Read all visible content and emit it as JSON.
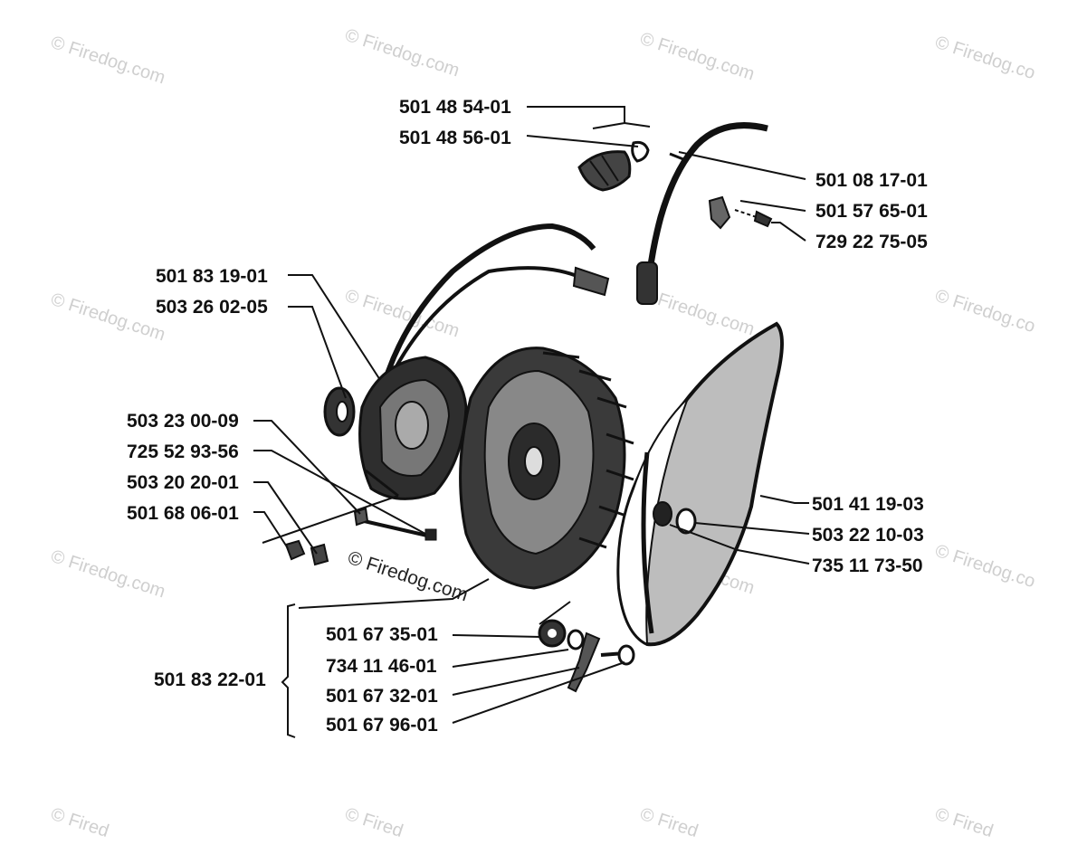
{
  "watermark": {
    "copyright": "©",
    "text": "Firedog.com",
    "text_partial": "Fired",
    "text_truncated": "Firedog.co",
    "center_text": "© Firedog.com"
  },
  "part_numbers": {
    "p_501_48_54_01": "501 48 54-01",
    "p_501_48_56_01": "501 48 56-01",
    "p_501_08_17_01": "501 08 17-01",
    "p_501_57_65_01": "501 57 65-01",
    "p_729_22_75_05": "729 22 75-05",
    "p_501_83_19_01": "501 83 19-01",
    "p_503_26_02_05": "503 26 02-05",
    "p_503_23_00_09": "503 23 00-09",
    "p_725_52_93_56": "725 52 93-56",
    "p_503_20_20_01": "503 20 20-01",
    "p_501_68_06_01": "501 68 06-01",
    "p_501_41_19_03": "501 41 19-03",
    "p_503_22_10_03": "503 22 10-03",
    "p_735_11_73_50": "735 11 73-50",
    "p_501_67_35_01": "501 67 35-01",
    "p_734_11_46_01": "734 11 46-01",
    "p_501_67_32_01": "501 67 32-01",
    "p_501_67_96_01": "501 67 96-01",
    "p_501_83_22_01": "501 83 22-01"
  }
}
